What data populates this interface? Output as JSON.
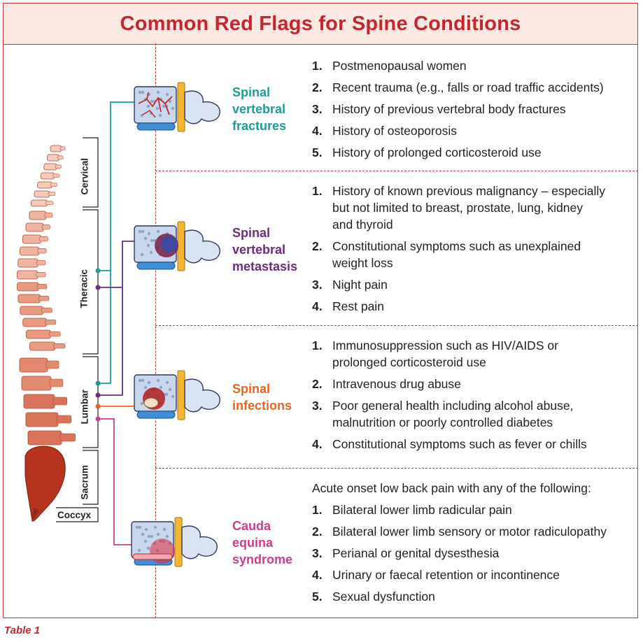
{
  "title": "Common Red Flags for Spine Conditions",
  "caption": "Table 1",
  "spine_regions": [
    "Cervical",
    "Theracic",
    "Lumbar",
    "Sacrum",
    "Coccyx"
  ],
  "colors": {
    "accent": "#c1272d",
    "fractures": "#1a9e96",
    "metastasis": "#6a2c85",
    "infections": "#e8641e",
    "cauda": "#cc3d8d"
  },
  "conditions": [
    {
      "name": "Spinal\nvertebral\nfractures",
      "icon": "fractured-vertebra-icon",
      "items": [
        "Postmenopausal women",
        "Recent trauma (e.g., falls or road traffic accidents)",
        "History of previous vertebral body fractures",
        "History of osteoporosis",
        "History of prolonged corticosteroid use"
      ]
    },
    {
      "name": "Spinal\nvertebral\nmetastasis",
      "icon": "metastasis-vertebra-icon",
      "items": [
        "History of known previous malignancy – especially but not limited to breast, prostate, lung, kidney and thyroid",
        "Constitutional symptoms such as unexplained weight loss",
        "Night pain",
        "Rest pain"
      ]
    },
    {
      "name": "Spinal\ninfections",
      "icon": "infected-vertebra-icon",
      "items": [
        "Immunosuppression such as HIV/AIDS or prolonged corticosteroid use",
        "Intravenous drug abuse",
        "Poor general health including alcohol abuse, malnutrition or poorly controlled diabetes",
        "Constitutional symptoms such as fever or chills"
      ]
    },
    {
      "name": "Cauda\nequina\nsyndrome",
      "icon": "compressed-nerve-vertebra-icon",
      "intro": "Acute onset low back pain with any of the following:",
      "items": [
        "Bilateral lower limb radicular pain",
        "Bilateral lower limb sensory or motor radiculopathy",
        "Perianal or genital dysesthesia",
        "Urinary or faecal retention or incontinence",
        "Sexual dysfunction"
      ]
    }
  ]
}
